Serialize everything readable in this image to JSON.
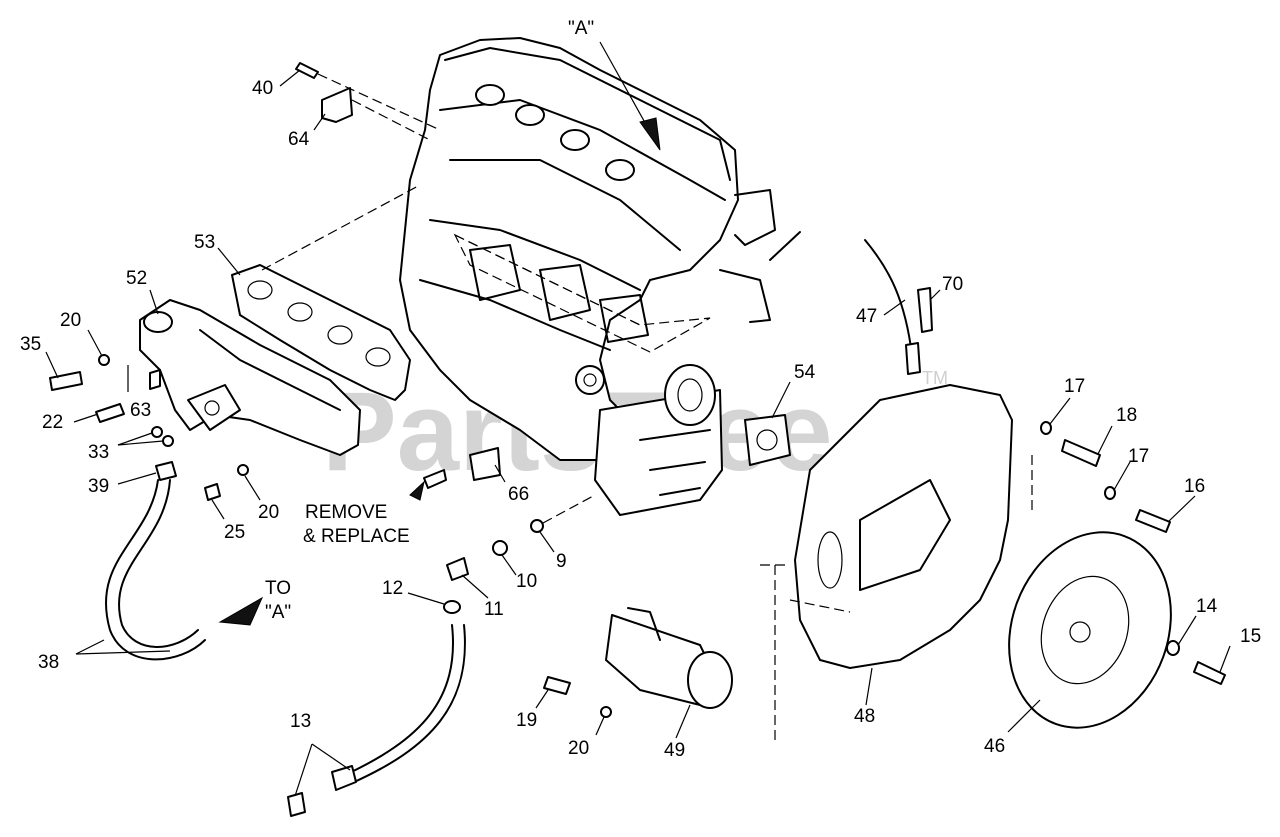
{
  "watermark": {
    "text": "PartsTree",
    "mark": "TM"
  },
  "notes": {
    "ref_a": "\"A\"",
    "remove_line1": "REMOVE",
    "remove_line2": "& REPLACE",
    "to_line1": "TO",
    "to_line2": "\"A\""
  },
  "callouts": {
    "c40": "40",
    "c64": "64",
    "c53": "53",
    "c52": "52",
    "c20a": "20",
    "c35": "35",
    "c63": "63",
    "c22": "22",
    "c33": "33",
    "c39": "39",
    "c25": "25",
    "c20b": "20",
    "c38": "38",
    "c12": "12",
    "c11": "11",
    "c10": "10",
    "c9": "9",
    "c13": "13",
    "c66": "66",
    "c54": "54",
    "c47": "47",
    "c70": "70",
    "c17a": "17",
    "c18": "18",
    "c17b": "17",
    "c16": "16",
    "c14": "14",
    "c15": "15",
    "c46": "46",
    "c48": "48",
    "c49": "49",
    "c19": "19",
    "c20c": "20"
  }
}
